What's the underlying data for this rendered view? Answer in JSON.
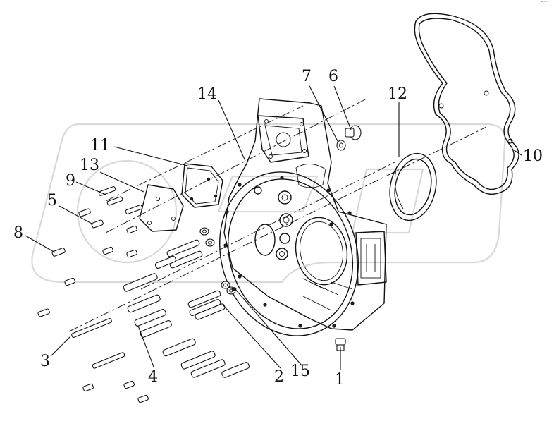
{
  "callouts": [
    {
      "id": "1",
      "text": "1"
    },
    {
      "id": "2",
      "text": "2"
    },
    {
      "id": "3",
      "text": "3"
    },
    {
      "id": "4",
      "text": "4"
    },
    {
      "id": "5",
      "text": "5"
    },
    {
      "id": "6",
      "text": "6"
    },
    {
      "id": "7",
      "text": "7"
    },
    {
      "id": "8",
      "text": "8"
    },
    {
      "id": "9",
      "text": "9"
    },
    {
      "id": "10",
      "text": "10"
    },
    {
      "id": "11",
      "text": "11"
    },
    {
      "id": "12",
      "text": "12"
    },
    {
      "id": "13",
      "text": "13"
    },
    {
      "id": "14",
      "text": "14"
    },
    {
      "id": "15",
      "text": "15"
    }
  ],
  "corner_mark": "⁀"
}
